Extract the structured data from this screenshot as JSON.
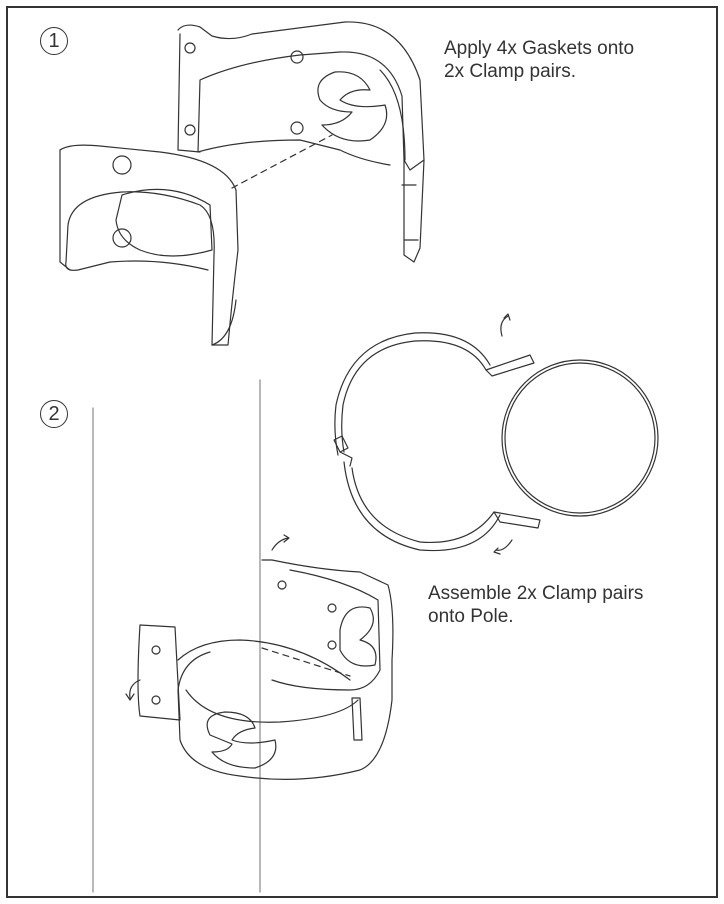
{
  "steps": [
    {
      "number": "1",
      "instruction_lines": [
        "Apply 4x Gaskets onto",
        "2x Clamp pairs."
      ]
    },
    {
      "number": "2",
      "instruction_lines": [
        "Assemble 2x Clamp pairs",
        "onto Pole."
      ]
    }
  ],
  "colors": {
    "line": "#333333",
    "background": "#ffffff",
    "frame": "#333333"
  },
  "icons": [
    "step-1-badge",
    "step-2-badge",
    "rotation-arrow-icon"
  ]
}
